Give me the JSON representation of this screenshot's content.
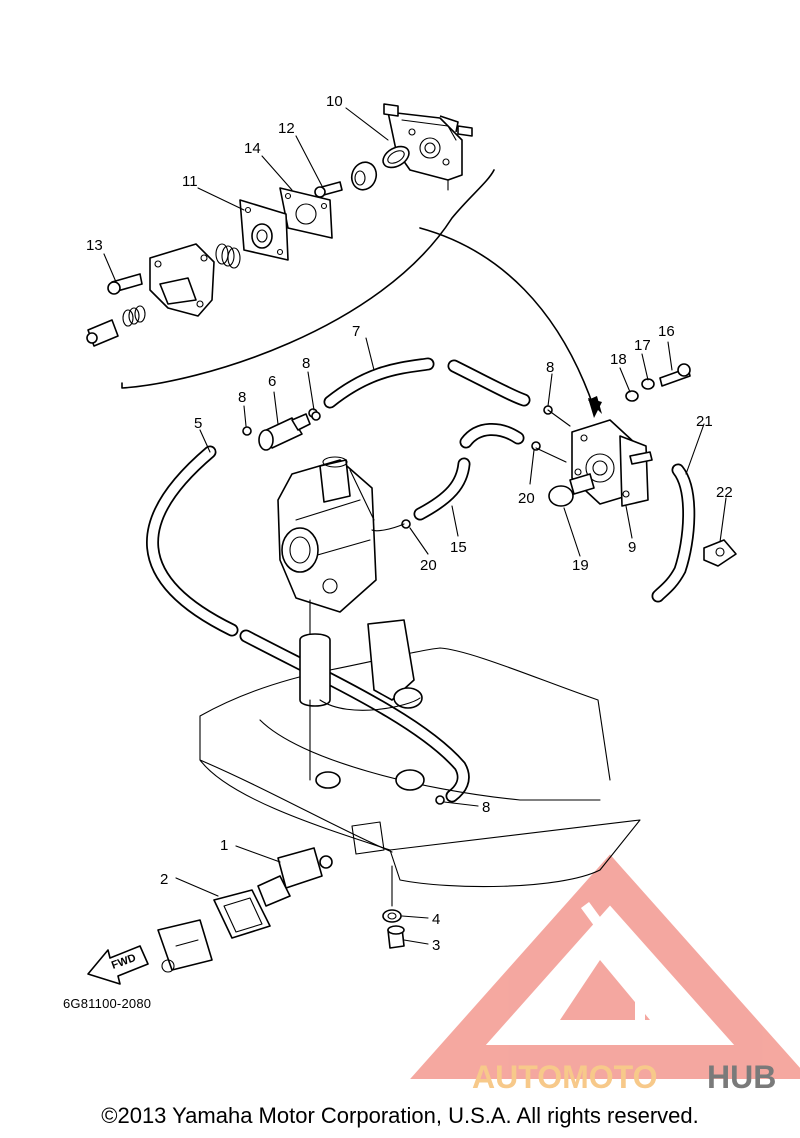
{
  "diagram": {
    "part_number": "6G81100-2080",
    "direction_arrow": "FWD",
    "callouts": [
      "1",
      "2",
      "3",
      "4",
      "5",
      "6",
      "7",
      "8",
      "8",
      "8",
      "8",
      "9",
      "10",
      "11",
      "12",
      "13",
      "14",
      "15",
      "16",
      "17",
      "18",
      "19",
      "20",
      "20",
      "21",
      "22"
    ]
  },
  "footer": {
    "copyright": "©2013 Yamaha Motor Corporation, U.S.A. All rights reserved."
  },
  "watermark": {
    "word_part1": "AUTOMOTO",
    "word_part2": "HUB",
    "color_primary": "#f4a39b",
    "color_secondary": "#f7c98a",
    "color_tertiary": "#7a7a7a"
  }
}
